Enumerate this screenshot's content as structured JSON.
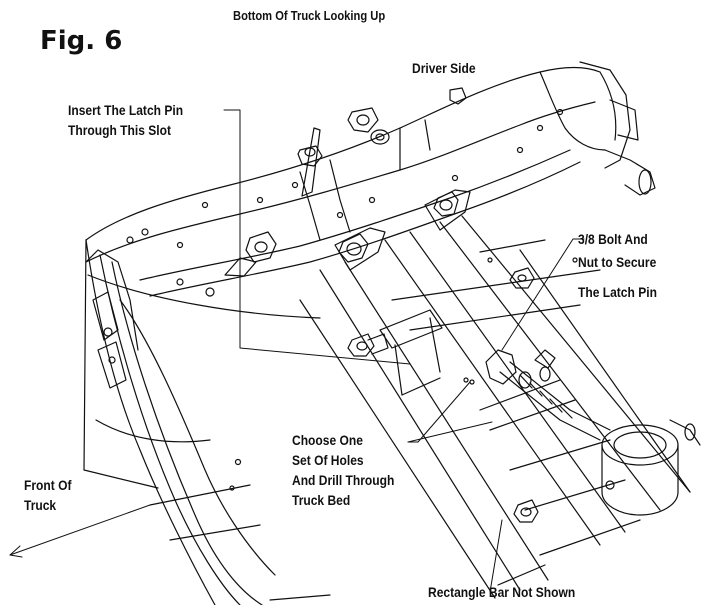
{
  "figure": {
    "label": "Fig. 6",
    "caption": "Bottom Of Truck Looking Up"
  },
  "callouts": {
    "driver_side": "Driver Side",
    "latch_pin": [
      "Insert The Latch Pin",
      "Through This Slot"
    ],
    "bolt": [
      "3/8 Bolt And",
      "Nut to Secure",
      "The Latch Pin"
    ],
    "holes": [
      "Choose One",
      "Set Of Holes",
      "And Drill Through",
      "Truck Bed"
    ],
    "front": [
      "Front Of",
      "Truck"
    ],
    "rect_bar": "Rectangle Bar Not Shown"
  },
  "colors": {
    "ink": "#111111",
    "paper": "#ffffff",
    "shade": "#dddddd"
  }
}
